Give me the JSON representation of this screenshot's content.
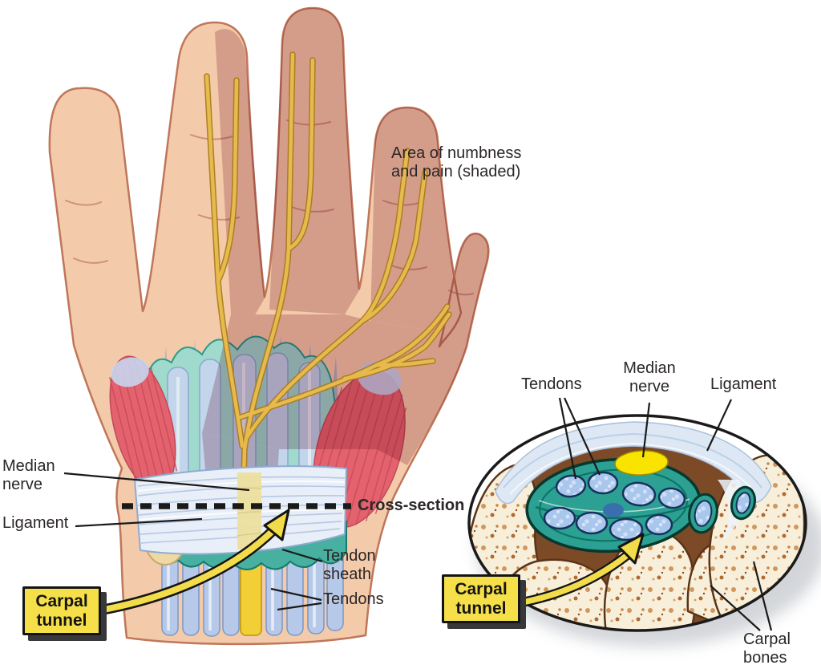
{
  "figure": {
    "title_hint": "Carpal tunnel anatomy diagram",
    "annotation": "Area of numbness\nand pain (shaded)",
    "hand_view": {
      "labels": {
        "median_nerve": "Median\nnerve",
        "ligament": "Ligament",
        "carpal_tunnel": "Carpal\ntunnel",
        "cross_section": "Cross-section",
        "tendon_sheath": "Tendon\nsheath",
        "tendons": "Tendons"
      }
    },
    "cross_section_view": {
      "labels": {
        "tendons": "Tendons",
        "median_nerve": "Median\nnerve",
        "ligament": "Ligament",
        "carpal_tunnel": "Carpal\ntunnel",
        "carpal_bones": "Carpal\nbones"
      }
    },
    "colors": {
      "background": "#ffffff",
      "text": "#2b2628",
      "label_box_yellow": "#f6e049",
      "skin": "#f3cbaa",
      "skin_outline": "#c0765a",
      "numbness_shade": "#c08ca0",
      "nerve_yellow": "#e7ba4e",
      "median_nerve_bright": "#f3cf36",
      "tendon_blue": "#b7c9e8",
      "sheath_teal": "#2ba093",
      "muscle_red": "#e4616e",
      "ligament_blue_white": "#e9eff8",
      "bone_cream": "#f8efdb",
      "tunnel_brown": "#7c4a26",
      "nerve_cross_section_yellow": "#f8e400"
    }
  }
}
